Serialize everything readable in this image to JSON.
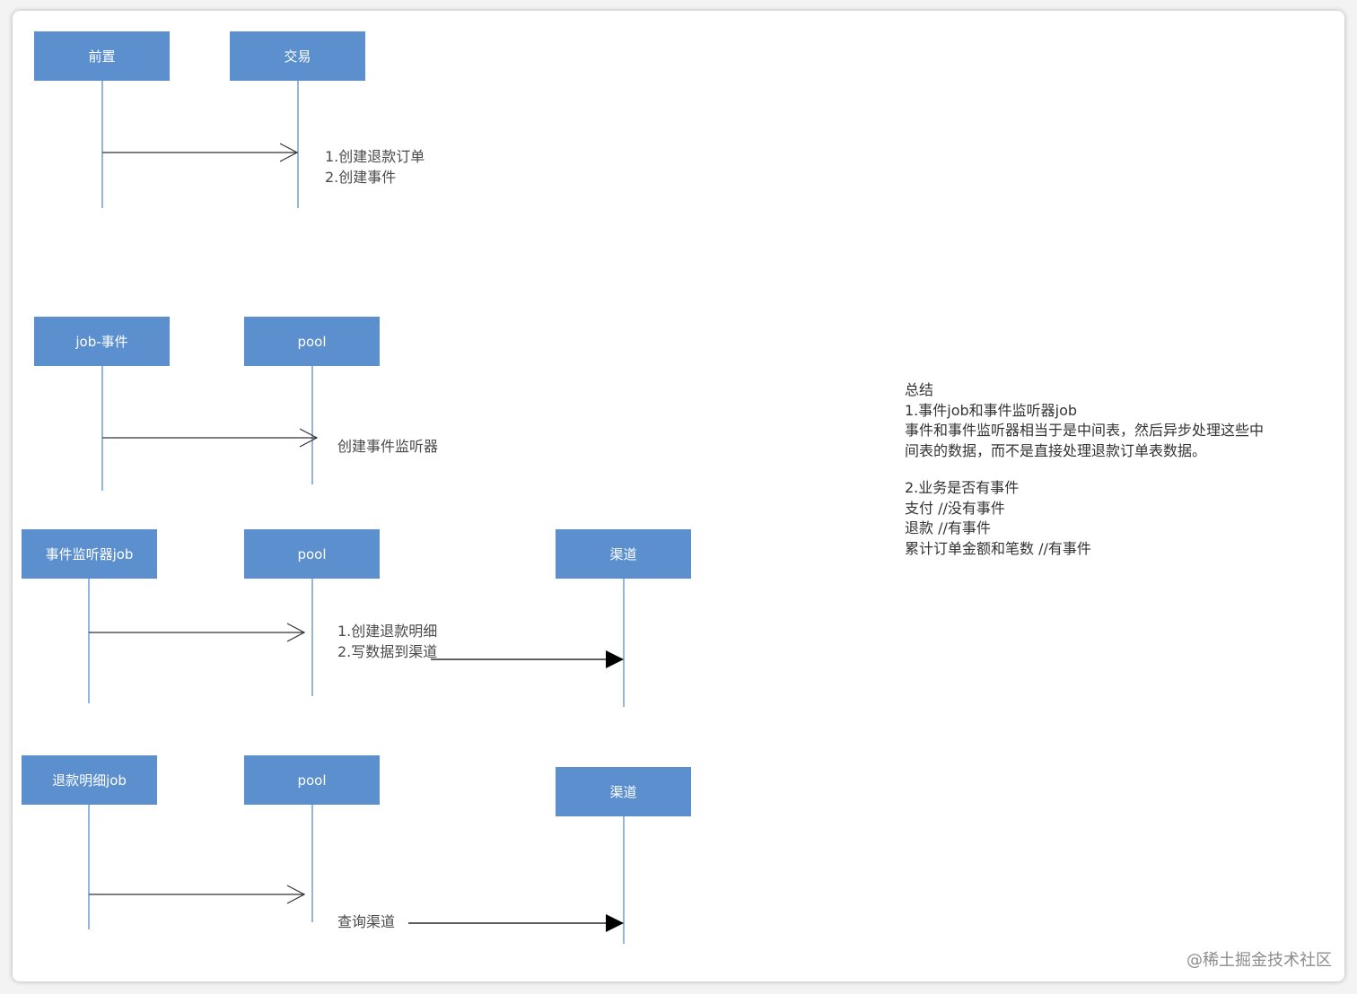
{
  "colors": {
    "box_fill": "#5b8fcd",
    "box_text": "#ffffff",
    "lifeline": "#5b8fcd",
    "arrow": "#333333"
  },
  "sections": [
    {
      "boxes": [
        "前置",
        "交易"
      ],
      "label_lines": [
        "1.创建退款订单",
        "2.创建事件"
      ]
    },
    {
      "boxes": [
        "job-事件",
        "pool"
      ],
      "label_lines": [
        "创建事件监听器"
      ]
    },
    {
      "boxes": [
        "事件监听器job",
        "pool",
        "渠道"
      ],
      "label_lines": [
        "1.创建退款明细",
        "2.写数据到渠道"
      ]
    },
    {
      "boxes": [
        "退款明细job",
        "pool",
        "渠道"
      ],
      "label_lines": [
        "查询渠道"
      ]
    }
  ],
  "notes": {
    "title": "总结",
    "point1_title": "1.事件job和事件监听器job",
    "point1_line1": "事件和事件监听器相当于是中间表，然后异步处理这些中",
    "point1_line2": "间表的数据，而不是直接处理退款订单表数据。",
    "point2_title": "2.业务是否有事件",
    "point2_line1": "支付 //没有事件",
    "point2_line2": "退款 //有事件",
    "point2_line3": "累计订单金额和笔数 //有事件"
  },
  "watermark": "@稀土掘金技术社区"
}
